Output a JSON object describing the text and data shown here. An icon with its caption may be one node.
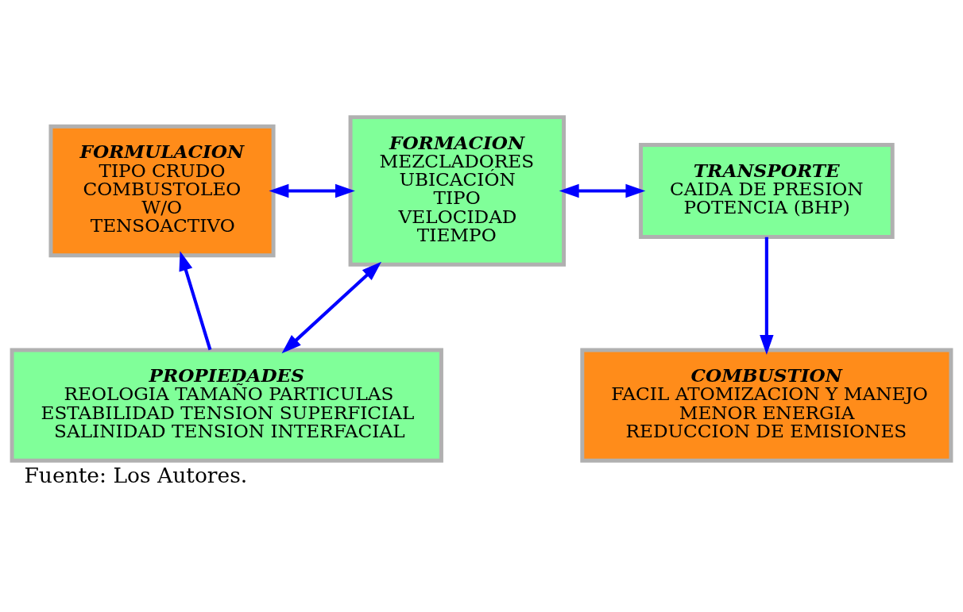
{
  "diagram": {
    "caption": "Fuente: Los Autores.",
    "nodes": [
      {
        "text": [
          "FORMULACION",
          "TIPO CRUDO",
          "COMBUSTOLEO",
          "W/O",
          "TENSOACTIVO"
        ]
      },
      {
        "text": [
          "FORMACION",
          "MEZCLADORES",
          "UBICACIÓN",
          "TIPO",
          "VELOCIDAD",
          "TIEMPO"
        ]
      },
      {
        "text": [
          "TRANSPORTE",
          "CAIDA DE PRESION",
          "POTENCIA (BHP)"
        ]
      },
      {
        "text": [
          "PROPIEDADES",
          "REOLOGIA TAMAÑO PARTICULAS",
          "ESTABILIDAD TENSION SUPERFICIAL",
          "SALINIDAD TENSION INTERFACIAL"
        ]
      },
      {
        "text": [
          "COMBUSTION",
          "FACIL ATOMIZACION Y MANEJO",
          "MENOR ENERGIA",
          "REDUCCION DE EMISIONES"
        ]
      }
    ],
    "edges": [
      {
        "from": 0,
        "to": 1,
        "arrow": "both"
      },
      {
        "from": 1,
        "to": 2,
        "arrow": "both"
      },
      {
        "from": 1,
        "to": 3,
        "arrow": "both"
      },
      {
        "from": 3,
        "to": 0,
        "arrow": "to"
      },
      {
        "from": 2,
        "to": 4,
        "arrow": "to"
      }
    ]
  }
}
